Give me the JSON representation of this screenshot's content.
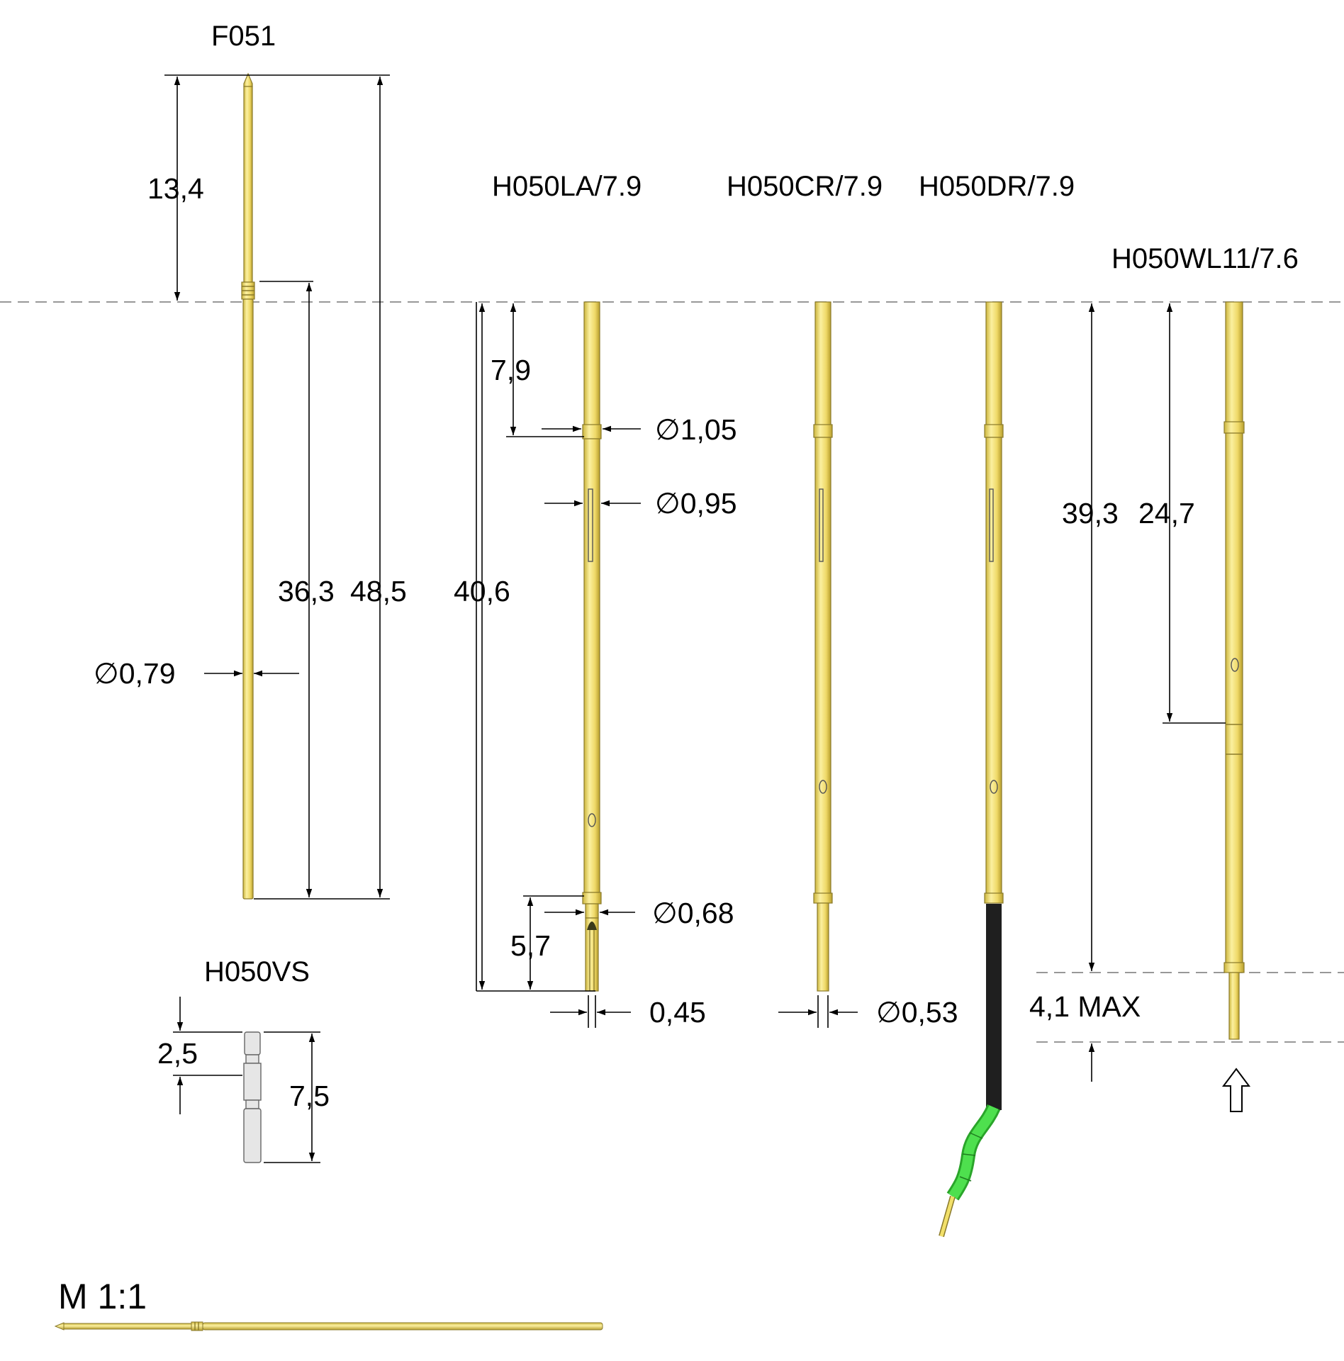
{
  "colors": {
    "gold": "#f2e06a",
    "gold_dark": "#c9b43c",
    "wire_black": "#1f1f1f",
    "wire_green": "#3fd33f",
    "sleeve": "#e6e6e6"
  },
  "labels": {
    "f051": "F051",
    "h050la": "H050LA/7.9",
    "h050cr": "H050CR/7.9",
    "h050dr": "H050DR/7.9",
    "h050wl": "H050WL11/7.6",
    "h050vs": "H050VS",
    "scale": "M 1:1"
  },
  "dimensions": {
    "d13_4": "13,4",
    "d36_3": "36,3",
    "d48_5": "48,5",
    "d0_79": "∅0,79",
    "d40_6": "40,6",
    "d7_9": "7,9",
    "d1_05": "∅1,05",
    "d0_95": "∅0,95",
    "d0_68": "∅0,68",
    "d5_7": "5,7",
    "d0_45": "0,45",
    "d0_53": "∅0,53",
    "d39_3": "39,3",
    "d24_7": "24,7",
    "d4_1": "4,1 MAX",
    "d2_5": "2,5",
    "d7_5": "7,5"
  },
  "icons": {
    "direction": "up-arrow-outline-icon"
  }
}
